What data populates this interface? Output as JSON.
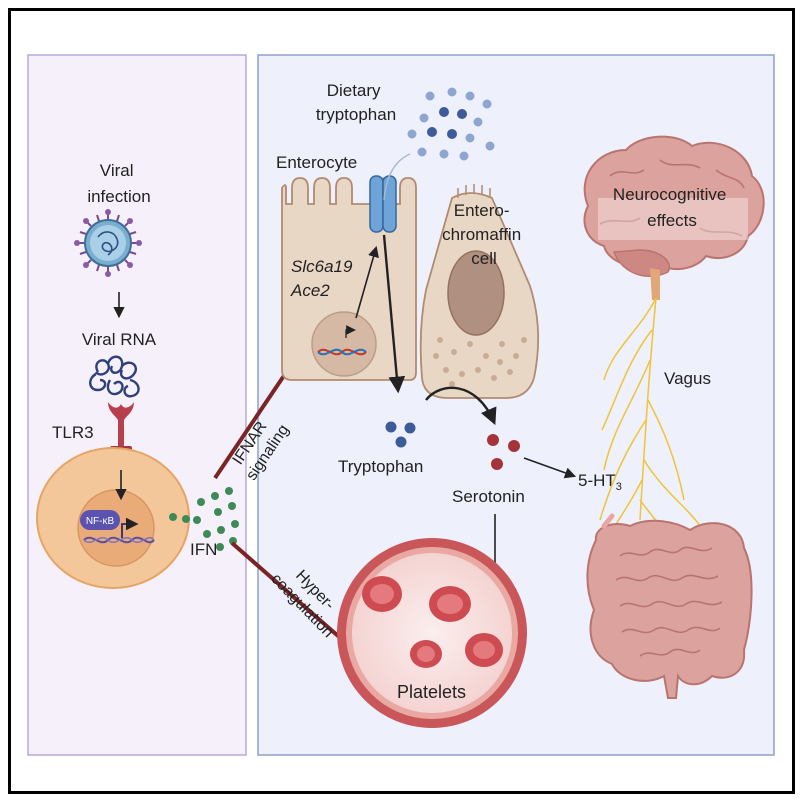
{
  "left_panel": {
    "viral_infection": [
      "Viral",
      "infection"
    ],
    "viral_rna": "Viral RNA",
    "tlr3": "TLR3",
    "nfkb": "NF-κB",
    "ifn": "IFN"
  },
  "arrows": {
    "ifnar": [
      "IFNAR",
      "signaling"
    ],
    "hypercoag": [
      "Hyper-",
      "coagulation"
    ]
  },
  "right_panel": {
    "dietary_tryptophan": [
      "Dietary",
      "tryptophan"
    ],
    "enterocyte": "Enterocyte",
    "enterochromaffin": [
      "Entero-",
      "chromaffin",
      "cell"
    ],
    "genes": [
      "Slc6a19",
      "Ace2"
    ],
    "tryptophan": "Tryptophan",
    "serotonin": "Serotonin",
    "ht3_base": "5-HT",
    "ht3_sub": "3",
    "neurocognitive": [
      "Neurocognitive",
      "effects"
    ],
    "vagus": "Vagus",
    "platelets": "Platelets"
  },
  "colors": {
    "left_panel_bg": "#f6f0fa",
    "right_panel_bg": "#eef1fb",
    "panel_border": "#8fa0cc",
    "cell": "#f4c79a",
    "enterocyte": "#e9d7c5",
    "brain": "#dca39e",
    "vessel": "#c9575a",
    "ifn_dots": "#3e8a57",
    "trp_dots": "#3d5a99",
    "sero_dots": "#a5343a",
    "nerve": "#f0c338",
    "inhibit_arrow": "#7b2426"
  }
}
